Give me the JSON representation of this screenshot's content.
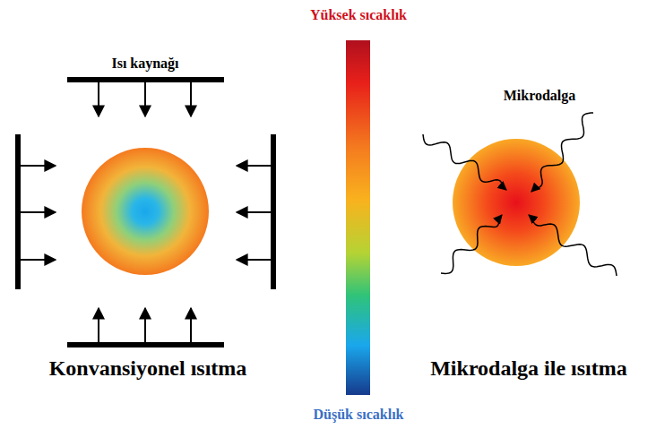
{
  "diagram": {
    "labels": [
      "Yüksek sıcaklık",
      "Isı kaynağı",
      "Mikrodalga",
      "Konvansiyonel ısıtma",
      "Mikrodalga ile ısıtma",
      "Düşük sıcaklık"
    ]
  }
}
